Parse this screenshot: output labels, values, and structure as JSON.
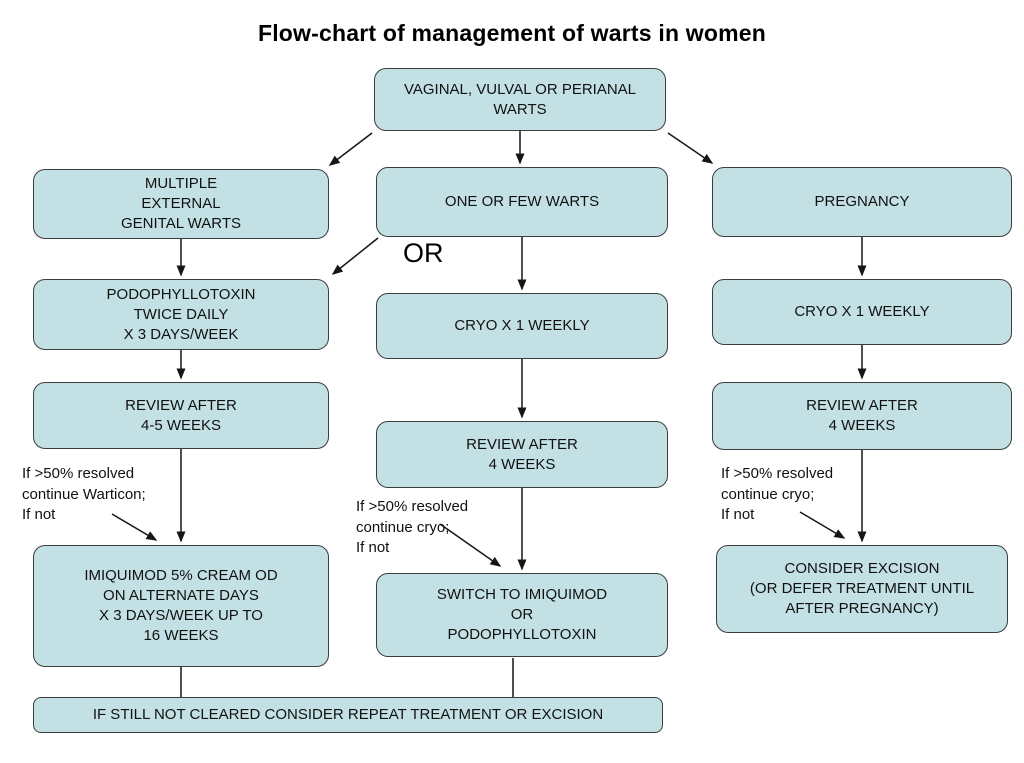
{
  "title": "Flow-chart of management of warts in women",
  "or_label": "OR",
  "nodes": {
    "root": "VAGINAL, VULVAL OR PERIANAL\nWARTS",
    "multiple_warts": "MULTIPLE\nEXTERNAL\nGENITAL WARTS",
    "one_or_few": "ONE OR FEW WARTS",
    "pregnancy": "PREGNANCY",
    "podophyllotoxin": "PODOPHYLLOTOXIN\nTWICE DAILY\nX 3 DAYS/WEEK",
    "cryo_center": "CRYO X 1 WEEKLY",
    "cryo_right": "CRYO X 1 WEEKLY",
    "review_left": "REVIEW AFTER\n4-5 WEEKS",
    "review_center": "REVIEW AFTER\n4 WEEKS",
    "review_right": "REVIEW AFTER\n4 WEEKS",
    "imiquimod": "IMIQUIMOD 5% CREAM OD\nON ALTERNATE DAYS\nX 3 DAYS/WEEK UP TO\n16 WEEKS",
    "switch_treatment": "SWITCH TO IMIQUIMOD\nOR\nPODOPHYLLOTOXIN",
    "consider_excision": "CONSIDER EXCISION\n(OR DEFER TREATMENT UNTIL\nAFTER PREGNANCY)",
    "not_cleared": "IF STILL NOT CLEARED CONSIDER REPEAT TREATMENT OR EXCISION"
  },
  "annotations": {
    "left": "If >50% resolved\ncontinue Warticon;\nIf not",
    "center": "If >50% resolved\ncontinue cryo;\nIf not",
    "right": "If >50% resolved\ncontinue cryo;\nIf not"
  },
  "colors": {
    "box_fill": "#c3e1e4",
    "box_border": "#3c3c3c",
    "arrow": "#161616",
    "text": "#111111"
  }
}
